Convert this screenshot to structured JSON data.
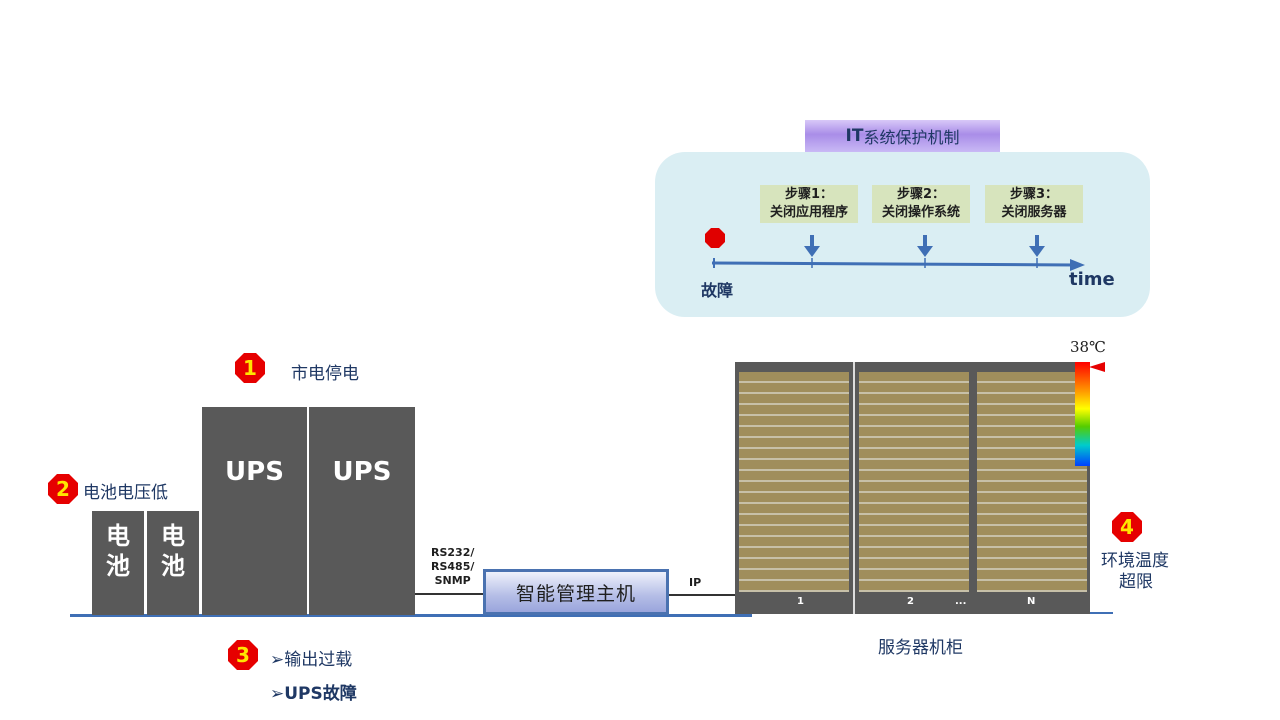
{
  "it_protection": {
    "title_bold": "IT",
    "title_rest": "系统保护机制",
    "steps": [
      {
        "line1": "步骤1：",
        "line2": "关闭应用程序"
      },
      {
        "line1": "步骤2：",
        "line2": "关闭操作系统"
      },
      {
        "line1": "步骤3：",
        "line2": "关闭服务器"
      }
    ],
    "fault_label": "故障",
    "time_label": "time"
  },
  "events": [
    {
      "num": "1",
      "label": "市电停电"
    },
    {
      "num": "2",
      "label": "电池电压低"
    },
    {
      "num": "3",
      "items": [
        "➢输出过载",
        "➢UPS故障"
      ]
    },
    {
      "num": "4",
      "line1": "环境温度",
      "line2": "超限"
    }
  ],
  "ups_units": [
    "UPS",
    "UPS"
  ],
  "batteries": [
    {
      "line1": "电",
      "line2": "池"
    },
    {
      "line1": "电",
      "line2": "池"
    }
  ],
  "link_protocols": [
    "RS232/",
    "RS485/",
    "SNMP"
  ],
  "management_host": "智能管理主机",
  "ip_label": "IP",
  "rack": {
    "bays": [
      "1",
      "2",
      "N"
    ],
    "ellipsis": "...",
    "caption": "服务器机柜",
    "temperature": "38℃"
  },
  "colors": {
    "badge": "#e60000",
    "equipment": "#595959",
    "panel": "#daeef3",
    "step": "#d7e4bd",
    "arrow": "#3f6fb5"
  }
}
